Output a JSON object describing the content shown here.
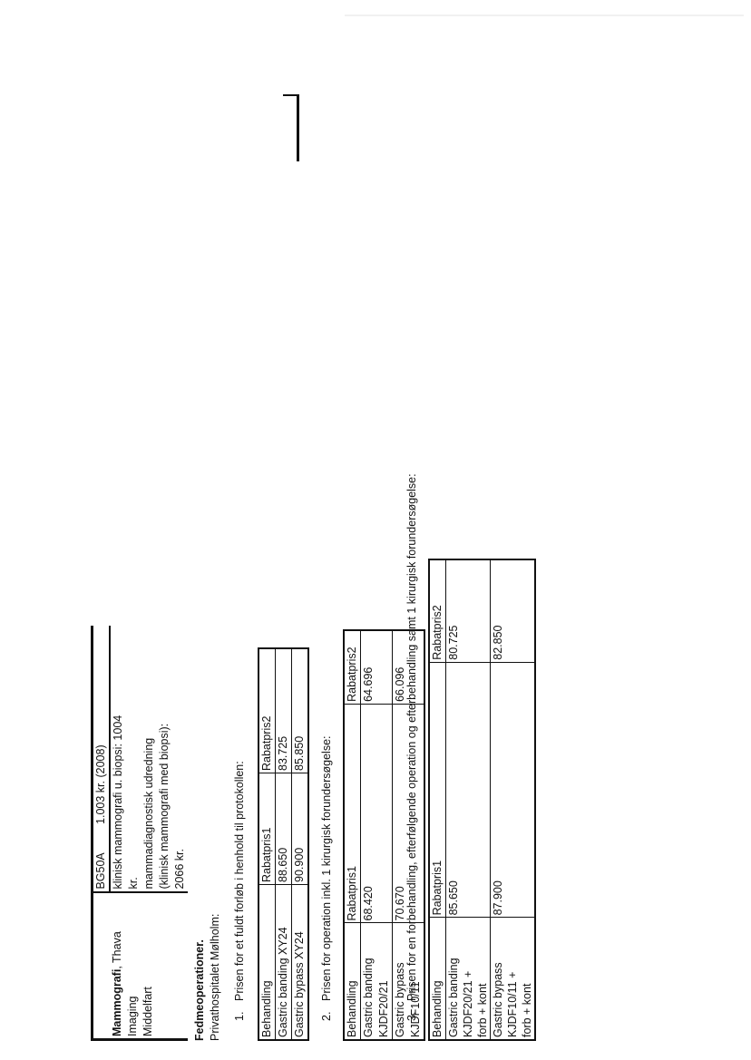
{
  "mammografi": {
    "code": "BG50A",
    "code_price": "1.003 kr.  (2008)",
    "name_bold": "Mammografi",
    "name_rest": ", Thava Imaging",
    "subtitle": "Middelfart",
    "desc_lines": [
      "klinisk mammografi u. biopsi: 1004",
      "kr.",
      "mammadiagnostisk udredning",
      "(klinisk mammografi med biopsi):",
      "2066 kr."
    ]
  },
  "fedme": {
    "title": "Fedmeoperationer.",
    "subtitle": "Privathospitalet Mølholm:"
  },
  "sections": [
    {
      "num": "1.",
      "heading": "Prisen for et fuldt forløb i henhold til protokollen:",
      "headers": [
        "Behandling",
        "Rabatpris1",
        "Rabatpris2"
      ],
      "rows": [
        [
          "Gastric banding XY24",
          "88.650",
          "83.725"
        ],
        [
          "Gastric bypass  XY24",
          "90.900",
          "85.850"
        ]
      ]
    },
    {
      "num": "2.",
      "heading": "Prisen for operation inkl. 1 kirurgisk forundersøgelse:",
      "headers": [
        "Behandling",
        "Rabatpris1",
        "Rabatpris2"
      ],
      "rows": [
        [
          "Gastric banding KJDF20/21",
          "68.420",
          "64.696"
        ],
        [
          "Gastric bypass  KJDF10/11",
          "70.670",
          "66.096"
        ]
      ]
    },
    {
      "num": "3.",
      "heading": "Prisen for en forbehandling, efterfølgende operation og efterbehandling samt 1 kirurgisk forundersøgelse:",
      "headers": [
        "Behandling",
        "Rabatpris1",
        "Rabatpris2"
      ],
      "rows": [
        [
          "Gastric  banding   KJDF20/21  +",
          "forb + kont",
          "85.650",
          "80.725"
        ],
        [
          "Gastric   bypass    KJDF10/11   +",
          "forb + kont",
          "87.900",
          "82.850"
        ]
      ]
    }
  ]
}
